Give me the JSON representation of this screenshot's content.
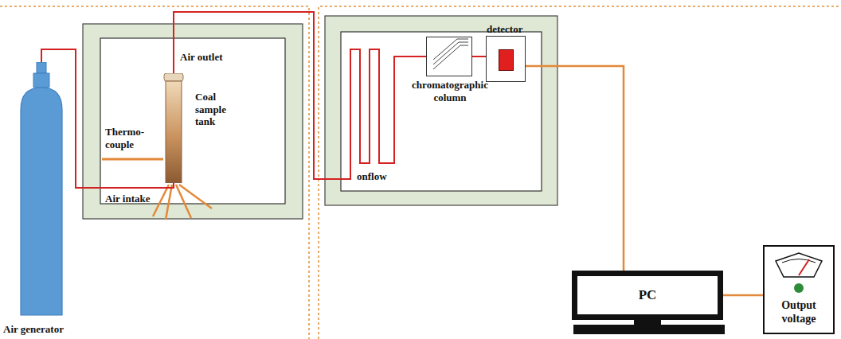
{
  "diagram": {
    "nodes": [
      {
        "text": [
          "Air generator"
        ]
      },
      {
        "text": [
          "Coal sample tank"
        ]
      },
      {
        "text": [
          "chromatographic column"
        ]
      },
      {
        "text": [
          "detector"
        ]
      },
      {
        "text": [
          "PC"
        ]
      },
      {
        "text": [
          "Output voltage"
        ]
      }
    ],
    "edges": [
      {
        "from": 0,
        "to": 1,
        "arrow": "none"
      },
      {
        "from": 1,
        "to": 2,
        "arrow": "none"
      },
      {
        "from": 2,
        "to": 3,
        "arrow": "none"
      },
      {
        "from": 3,
        "to": 4,
        "arrow": "none"
      },
      {
        "from": 4,
        "to": 5,
        "arrow": "none"
      }
    ],
    "labels": [
      "Air outlet",
      "Thermo- couple",
      "Air intake",
      "onflow"
    ]
  }
}
